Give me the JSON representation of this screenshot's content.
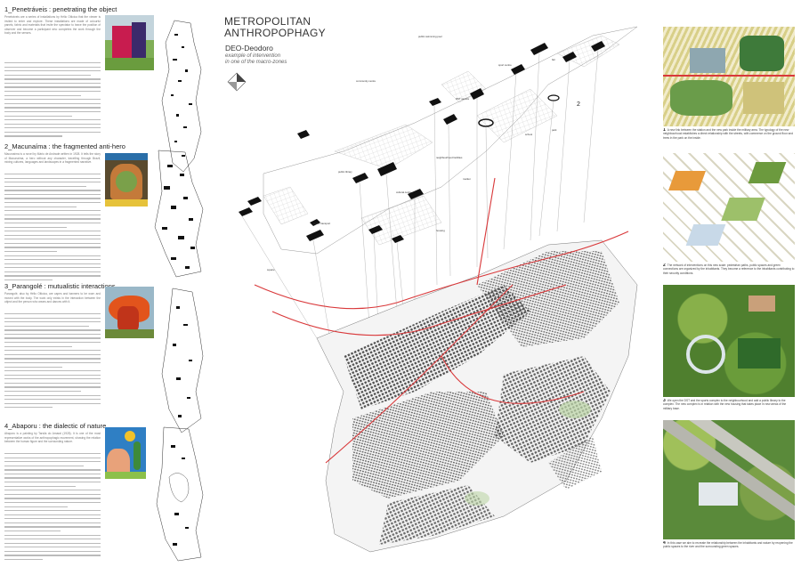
{
  "poster": {
    "title_line1": "METROPOLITAN",
    "title_line2": "ANTHROPOPHAGY",
    "subtitle": "DEO-Deodoro",
    "caption_line1": "example of intervention",
    "caption_line2": "in one of the macro-zones",
    "scale_number": "2"
  },
  "sections": [
    {
      "title": "1_Penetráveis : penetrating the object",
      "text": "Penetráveis are a series of installations by Hélio Oiticica that the viewer is invited to enter and explore. These installations are made of colourful panels, fabric and materials that invite the spectator to leave the position of observer and become a participant who completes the work through the body and the senses."
    },
    {
      "title": "2_Macunaíma : the fragmented anti-hero",
      "text": "Macunaíma is a novel by Mário de Andrade written in 1928. It tells the story of Macunaíma, a hero without any character, travelling through Brazil, mixing cultures, languages and landscapes in a fragmented narrative."
    },
    {
      "title": "3_Parangolé : mutualistic interactions",
      "text": "Parangolé, also by Hélio Oiticica, are capes and banners to be worn and moved with the body. The work only exists in the interaction between the object and the person who wears and dances with it."
    },
    {
      "title": "4_Abaporu : the dialectic of nature",
      "text": "Abaporu is a painting by Tarsila do Amaral (1928). It is one of the most representative works of the anthropophagic movement, showing the relation between the human figure and the surrounding nature."
    }
  ],
  "map_labels": [
    "community centre",
    "public swimming pool",
    "DST service",
    "sport centre",
    "fair",
    "cultural centre",
    "market",
    "school",
    "public transport",
    "housing",
    "neighbourhood facilities",
    "park",
    "public library",
    "square"
  ],
  "right_captions": [
    {
      "num": "1",
      "text": "A new link between the station and the new park inside the military area. The typology of the new neighbourhood establishes a direct relationship with the streets, with commerce on the ground floor and trees in the park on the inside."
    },
    {
      "num": "2",
      "text": "The network of interventions on this new scale: pedestrian paths, public spaces and green connections are organized by the inhabitants. They become a reference to the inhabitants contributing to their security conditions."
    },
    {
      "num": "3",
      "text": "We open the DST and the sports complex to the neighbourhood and add a public library to the complex. The new complex is in relation with the new housing that takes place in new areas of the military base."
    },
    {
      "num": "4",
      "text": "In this case we aim to recreate the relationship between the inhabitants and nature by reopening the public spaces to the river and the surrounding green spaces."
    }
  ],
  "colors": {
    "accent_red": "#d9383a",
    "green": "#5d8a3a",
    "yellow": "#e6c23a"
  }
}
